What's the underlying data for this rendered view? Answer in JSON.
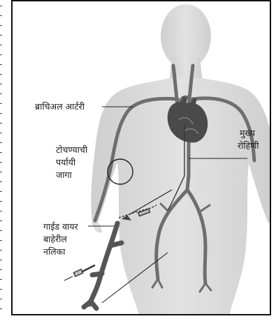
{
  "labels": {
    "brachial_artery": "ब्राचिअल आर्टरी",
    "puncture_site_line1": "टोचण्याची",
    "puncture_site_line2": "पर्यायी",
    "puncture_site_line3": "जागा",
    "main_artery_line1": "मुख्य",
    "main_artery_line2": "रोहिणी",
    "guide_wire": "गाईड वायर",
    "sheath_line1": "बाहेरील",
    "sheath_line2": "नलिका"
  },
  "colors": {
    "silhouette": "#d9d9d9",
    "artery": "#6e6e6e",
    "heart": "#4a4a4a",
    "border": "#111111"
  }
}
